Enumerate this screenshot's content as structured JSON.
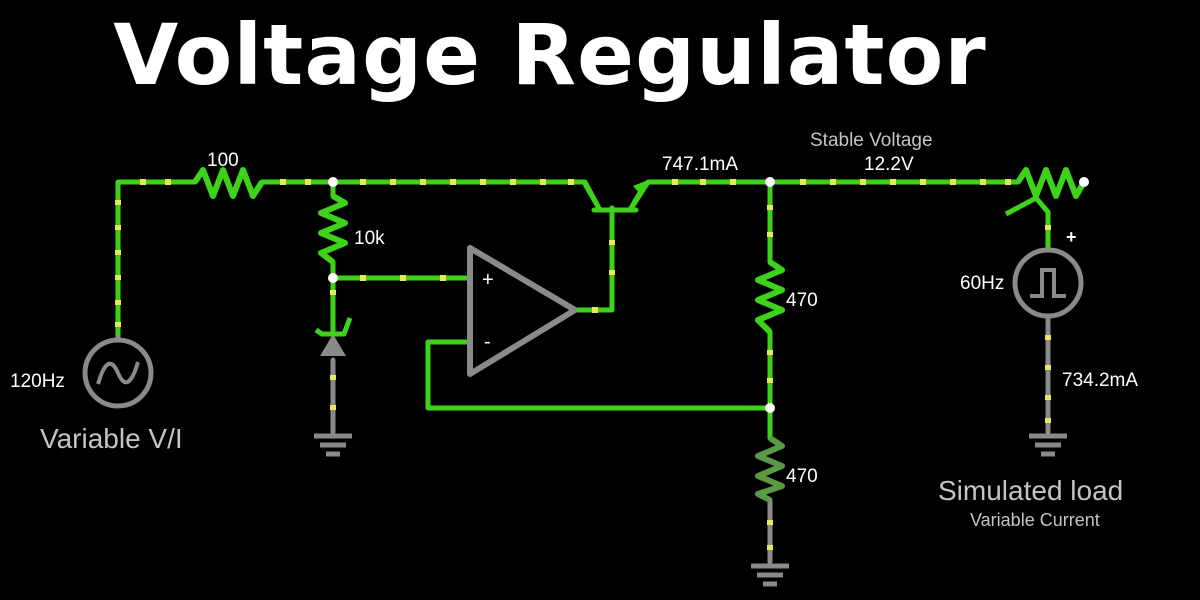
{
  "title": "Voltage Regulator",
  "labels": {
    "r_input": "100",
    "r_bias": "10k",
    "transistor_current": "747.1mA",
    "stable_voltage_caption": "Stable Voltage",
    "stable_voltage_value": "12.2V",
    "r_divider_top": "470",
    "r_divider_bottom": "470",
    "source_freq": "120Hz",
    "source_caption": "Variable V/I",
    "load_freq": "60Hz",
    "load_current": "734.2mA",
    "load_caption": "Simulated load",
    "load_subcaption": "Variable Current",
    "opamp_plus": "+",
    "opamp_minus": "-",
    "load_plus": "+"
  },
  "colors": {
    "background": "#000000",
    "wire": "#3fd21a",
    "current_dot": "#e8e85a",
    "component_idle": "#8a8a8a",
    "text": "#ffffff",
    "caption": "#c4c4c4"
  }
}
